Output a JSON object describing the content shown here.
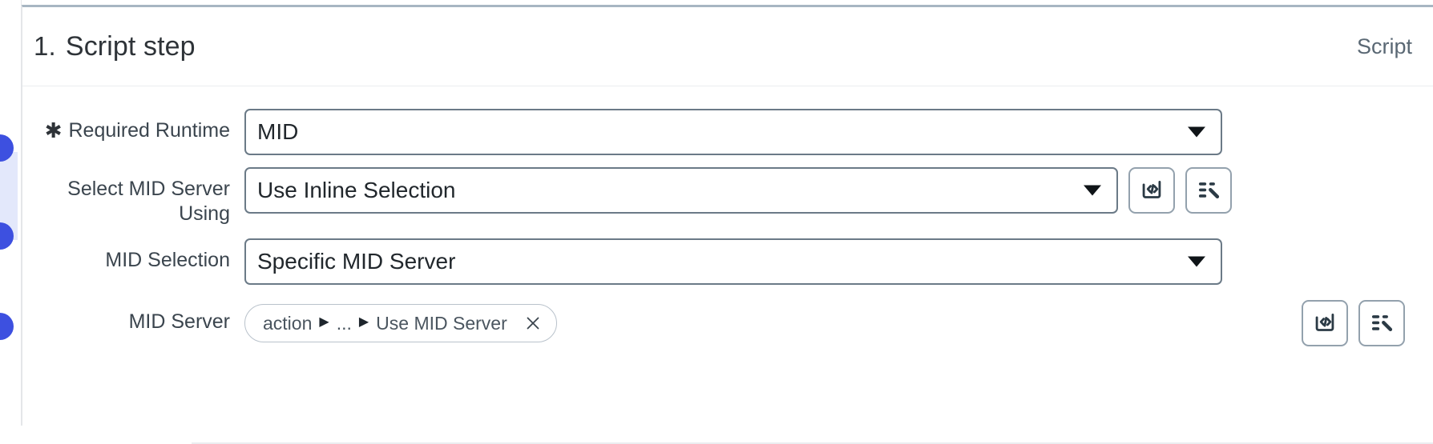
{
  "rail": {
    "dots": [
      {
        "name": "connector-dot-1"
      },
      {
        "name": "connector-dot-2"
      },
      {
        "name": "connector-dot-3"
      }
    ],
    "highlight_color": "#e3e8fb",
    "dot_color": "#3d50e0"
  },
  "header": {
    "step_number": "1.",
    "title": "Script step",
    "kind_label": "Script",
    "kind_icon": "curly-brace-icon",
    "accent_top_border": "#a7b6c2"
  },
  "form": {
    "rows": [
      {
        "id": "required-runtime",
        "label": "Required Runtime",
        "required": true,
        "required_marker": "✱",
        "control": "select",
        "value": "MID",
        "width": "wide",
        "has_script_button": false,
        "has_data_pill_button": false
      },
      {
        "id": "select-mid-server-using",
        "label": "Select MID Server Using",
        "required": false,
        "control": "select",
        "value": "Use Inline Selection",
        "width": "short",
        "has_script_button": true,
        "has_data_pill_button": true
      },
      {
        "id": "mid-selection",
        "label": "MID Selection",
        "required": false,
        "control": "select",
        "value": "Specific MID Server",
        "width": "wide",
        "has_script_button": false,
        "has_data_pill_button": false
      },
      {
        "id": "mid-server",
        "label": "MID Server",
        "required": false,
        "control": "chip",
        "chip": {
          "crumbs": [
            "action",
            "...",
            "Use MID Server"
          ],
          "separator": "▶",
          "remove_label": "✕"
        },
        "has_script_button": true,
        "has_data_pill_button": true
      }
    ]
  },
  "buttons": {
    "script_icon": "code-script-icon",
    "script_tooltip": "Script",
    "data_pill_icon": "data-pill-wand-icon",
    "data_pill_tooltip": "Data pill picker"
  }
}
